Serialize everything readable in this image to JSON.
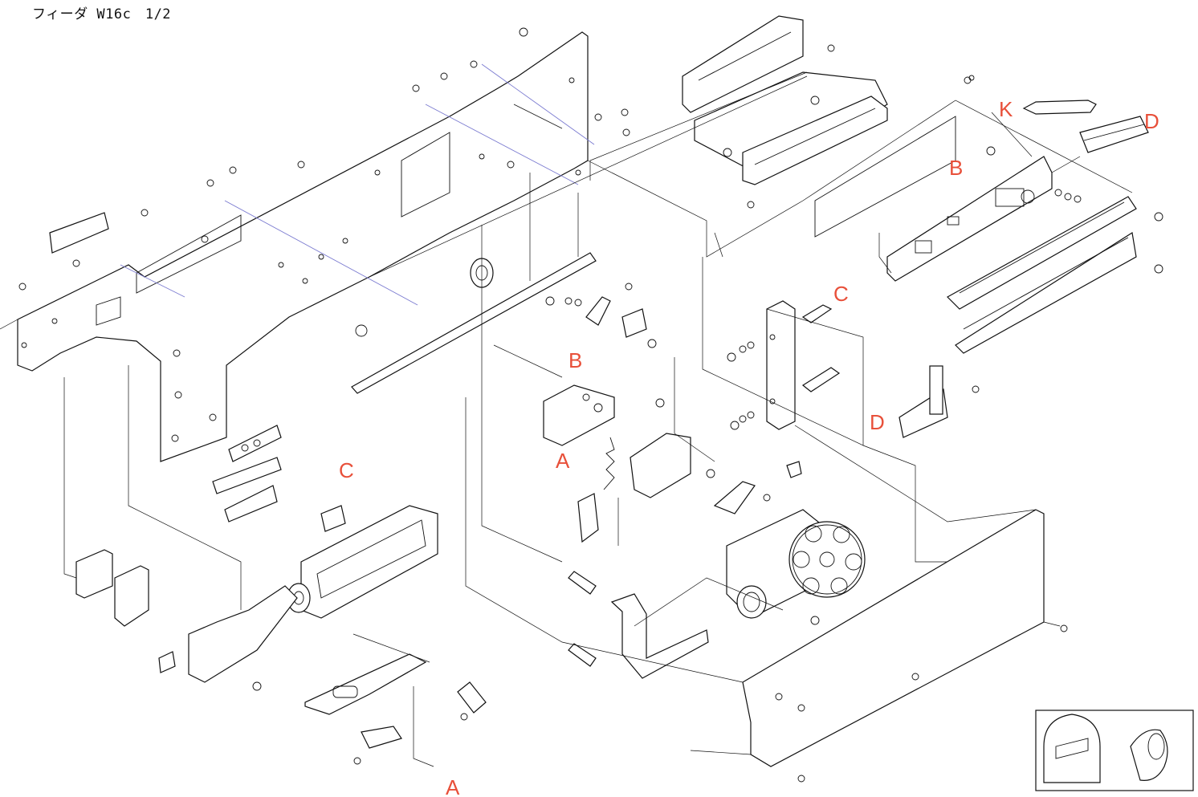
{
  "title": "フィーダ W16c　1/2",
  "callouts": [
    {
      "id": "callout-k",
      "text": "K"
    },
    {
      "id": "callout-d-top",
      "text": "D"
    },
    {
      "id": "callout-b-top",
      "text": "B"
    },
    {
      "id": "callout-c-right",
      "text": "C"
    },
    {
      "id": "callout-b-mid",
      "text": "B"
    },
    {
      "id": "callout-d-mid",
      "text": "D"
    },
    {
      "id": "callout-a-mid",
      "text": "A"
    },
    {
      "id": "callout-c-left",
      "text": "C"
    },
    {
      "id": "callout-a-bottom",
      "text": "A"
    }
  ],
  "colors": {
    "callout": "#e8503a",
    "line": "#111111",
    "guide": "#7a7ad0"
  }
}
